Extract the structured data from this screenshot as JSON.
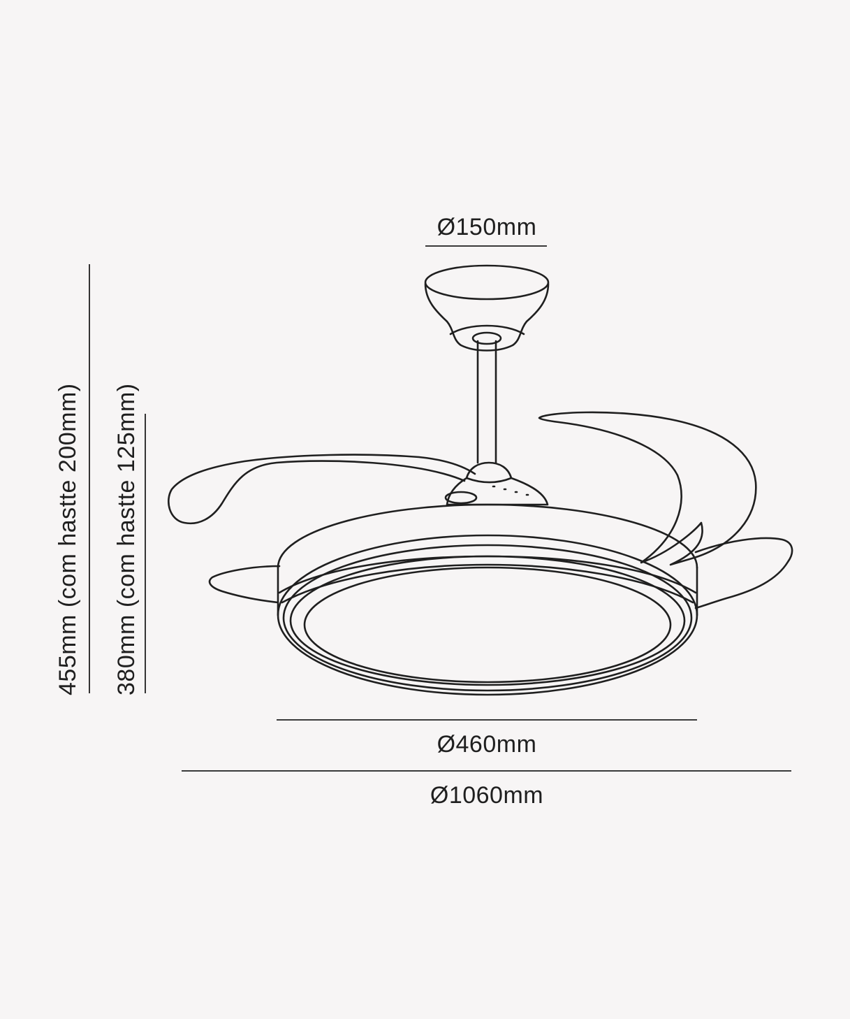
{
  "dimensions": {
    "canopy_diameter": "Ø150mm",
    "body_diameter": "Ø460mm",
    "blade_span_diameter": "Ø1060mm",
    "height_with_200mm_rod": "455mm (com hastte 200mm)",
    "height_with_125mm_rod": "380mm (com hastte 125mm)"
  },
  "colors": {
    "background": "#f7f5f5",
    "line": "#1f1f1f"
  }
}
